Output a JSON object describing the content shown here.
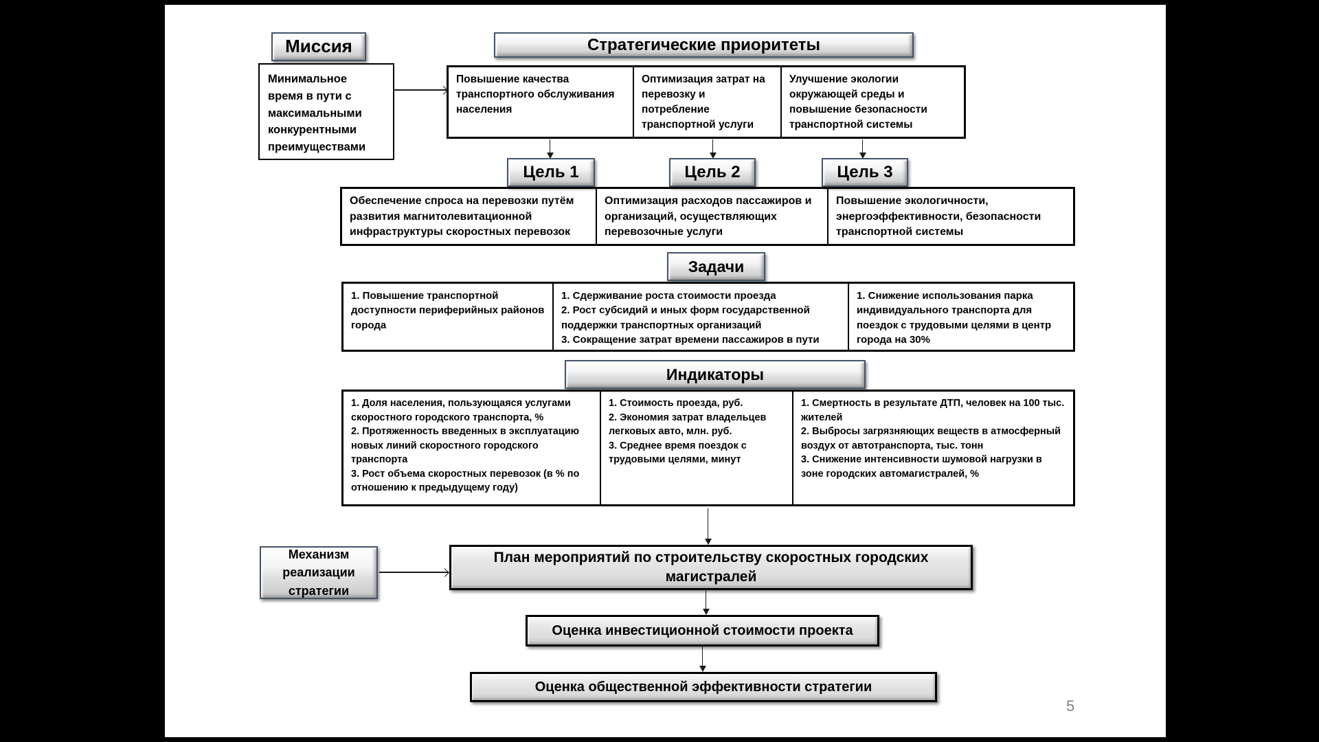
{
  "page_number": "5",
  "mission": {
    "title": "Миссия",
    "text": "Минимальное время в пути с максимальными конкурентными преимуществами"
  },
  "priorities": {
    "title": "Стратегические приоритеты",
    "items": [
      "Повышение качества транспортного обслуживания населения",
      "Оптимизация затрат на перевозку и потребление транспортной услуги",
      "Улучшение экологии окружающей среды и повышение безопасности транспортной системы"
    ]
  },
  "goals": {
    "buttons": [
      "Цель 1",
      "Цель 2",
      "Цель 3"
    ],
    "descriptions": [
      "Обеспечение спроса на перевозки путём развития магнитолевитационной инфраструктуры скоростных перевозок",
      "Оптимизация расходов пассажиров и организаций, осуществляющих перевозочные услуги",
      "Повышение экологичности, энергоэффективности, безопасности транспортной системы"
    ]
  },
  "tasks": {
    "title": "Задачи",
    "items": [
      "1. Повышение транспортной доступности периферийных районов города",
      "1. Сдерживание роста стоимости проезда\n2. Рост субсидий и иных форм государственной поддержки  транспортных организаций\n3. Сокращение затрат времени пассажиров в пути",
      "1. Снижение использования парка индивидуального транспорта для поездок с трудовыми целями в центр города на 30%"
    ]
  },
  "indicators": {
    "title": "Индикаторы",
    "items": [
      "1. Доля населения, пользующаяся услугами скоростного городского транспорта, %\n2. Протяженность введенных в эксплуатацию новых линий скоростного городского транспорта\n3. Рост объема скоростных перевозок (в % по отношению к предыдущему году)",
      "1. Стоимость проезда, руб.\n2. Экономия затрат владельцев легковых авто, млн. руб.\n3. Среднее время поездок с трудовыми целями, минут",
      "1. Смертность в результате ДТП, человек на 100 тыс. жителей\n2. Выбросы загрязняющих веществ в атмосферный воздух от автотранспорта, тыс. тонн\n3. Снижение интенсивности шумовой нагрузки в зоне городских автомагистралей, %"
    ]
  },
  "mechanism": {
    "text": "Механизм реализации стратегии"
  },
  "plan": {
    "text": "План мероприятий по строительству скоростных городских магистралей"
  },
  "assessment_investment": {
    "text": "Оценка инвестиционной стоимости проекта"
  },
  "assessment_social": {
    "text": "Оценка общественной эффективности стратегии"
  },
  "colors": {
    "accent_border": "#44546a",
    "box_border": "#000000",
    "process_fill": "#dcdcdc"
  }
}
